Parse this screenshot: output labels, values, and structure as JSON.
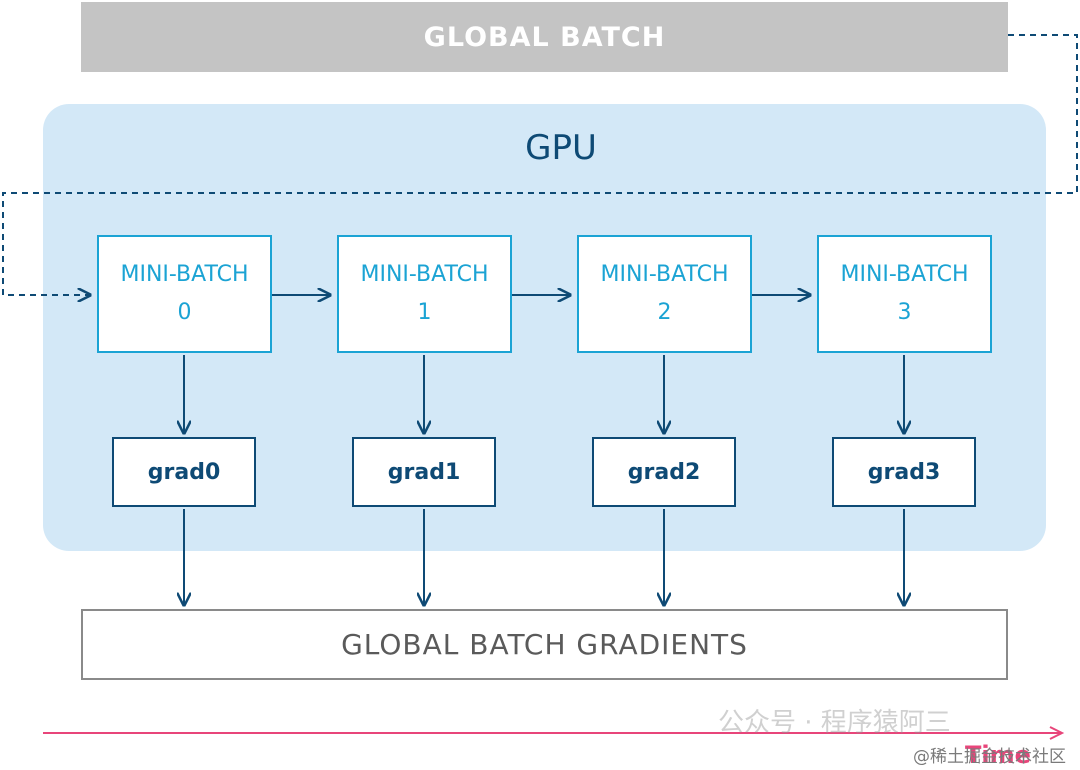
{
  "global_batch": {
    "label": "GLOBAL BATCH"
  },
  "gpu": {
    "label": "GPU"
  },
  "mini_batches": [
    {
      "line1": "MINI-BATCH",
      "line2": "0"
    },
    {
      "line1": "MINI-BATCH",
      "line2": "1"
    },
    {
      "line1": "MINI-BATCH",
      "line2": "2"
    },
    {
      "line1": "MINI-BATCH",
      "line2": "3"
    }
  ],
  "grads": [
    "grad0",
    "grad1",
    "grad2",
    "grad3"
  ],
  "global_gradients": {
    "label": "GLOBAL BATCH GRADIENTS"
  },
  "timeline": {
    "label": "Time"
  },
  "watermark": {
    "text1": "公众号 · 程序猿阿三",
    "text2": "@稀土掘金技术社区"
  },
  "colors": {
    "global_batch_bg": "#c4c4c4",
    "gpu_panel_bg": "#d3e8f7",
    "mini_batch_border": "#1ba3d4",
    "dark_blue": "#0e4a75",
    "timeline": "#e8457a"
  }
}
